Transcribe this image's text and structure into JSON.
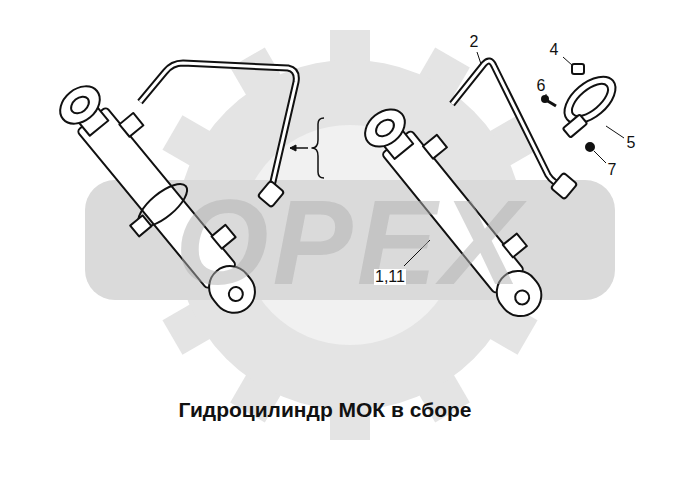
{
  "diagram": {
    "caption": "Гидроцилиндр МОК в сборе",
    "labels": [
      "2",
      "4",
      "6",
      "5",
      "7",
      "1,11",
      "OPEX"
    ]
  }
}
